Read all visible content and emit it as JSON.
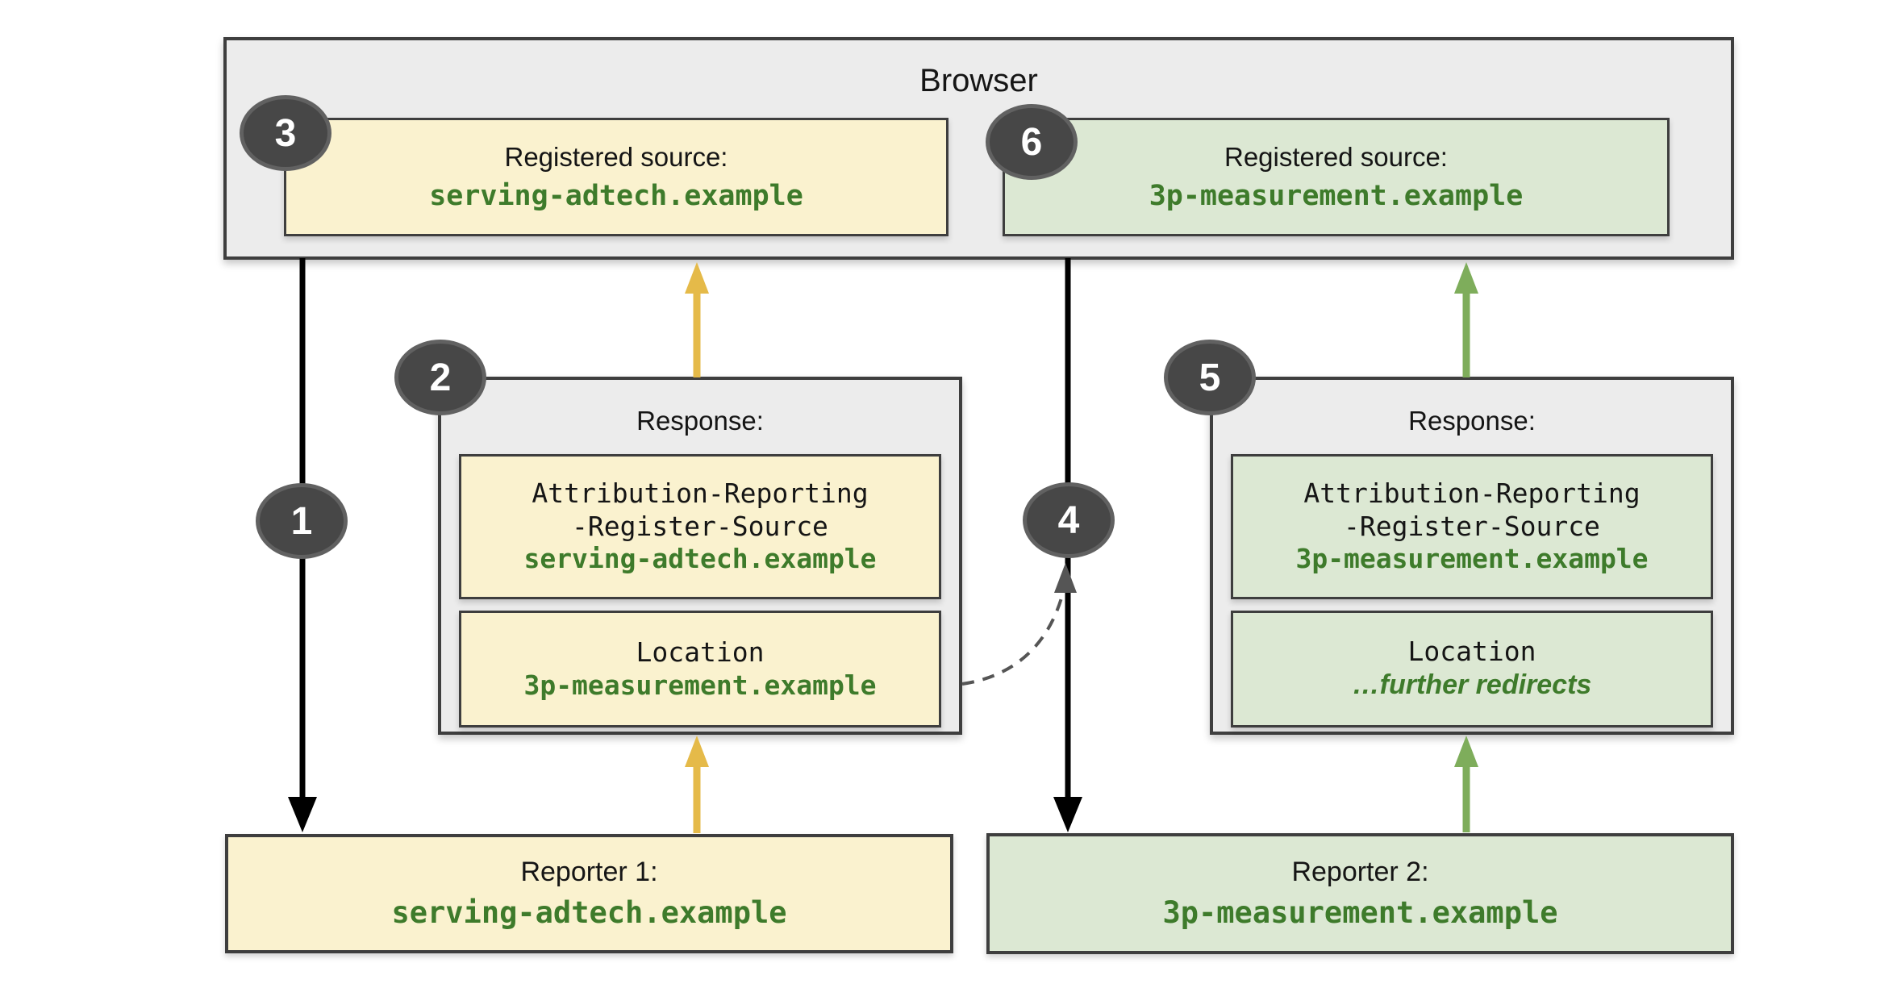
{
  "colors": {
    "panel_fill": "#ececec",
    "yellow_fill": "#faf2cf",
    "green_fill": "#dce8d3",
    "border": "#3e3e3e",
    "title_text": "#151515",
    "green_text": "#3e7b2b",
    "arrow_yellow": "#e5ba49",
    "arrow_green": "#7ead5b",
    "arrow_black": "#000000",
    "dashed_gray": "#555555",
    "badge_fill": "#474747",
    "badge_ring": "#616161",
    "badge_text": "#ffffff"
  },
  "browser": {
    "title": "Browser",
    "sources": [
      {
        "badge": "3",
        "label": "Registered source:",
        "value": "serving-adtech.example"
      },
      {
        "badge": "6",
        "label": "Registered source:",
        "value": "3p-measurement.example"
      }
    ]
  },
  "responses": [
    {
      "badge": "2",
      "title": "Response:",
      "blocks": [
        {
          "lines": [
            "Attribution-Reporting",
            "-Register-Source"
          ],
          "value": "serving-adtech.example"
        },
        {
          "lines": [
            "Location"
          ],
          "value": "3p-measurement.example"
        }
      ]
    },
    {
      "badge": "5",
      "title": "Response:",
      "blocks": [
        {
          "lines": [
            "Attribution-Reporting",
            "-Register-Source"
          ],
          "value": "3p-measurement.example"
        },
        {
          "lines": [
            "Location"
          ],
          "value": "…further redirects"
        }
      ]
    }
  ],
  "reporters": [
    {
      "label": "Reporter 1:",
      "value": "serving-adtech.example"
    },
    {
      "label": "Reporter 2:",
      "value": "3p-measurement.example"
    }
  ],
  "steps": [
    {
      "n": "1"
    },
    {
      "n": "2"
    },
    {
      "n": "3"
    },
    {
      "n": "4"
    },
    {
      "n": "5"
    },
    {
      "n": "6"
    }
  ]
}
